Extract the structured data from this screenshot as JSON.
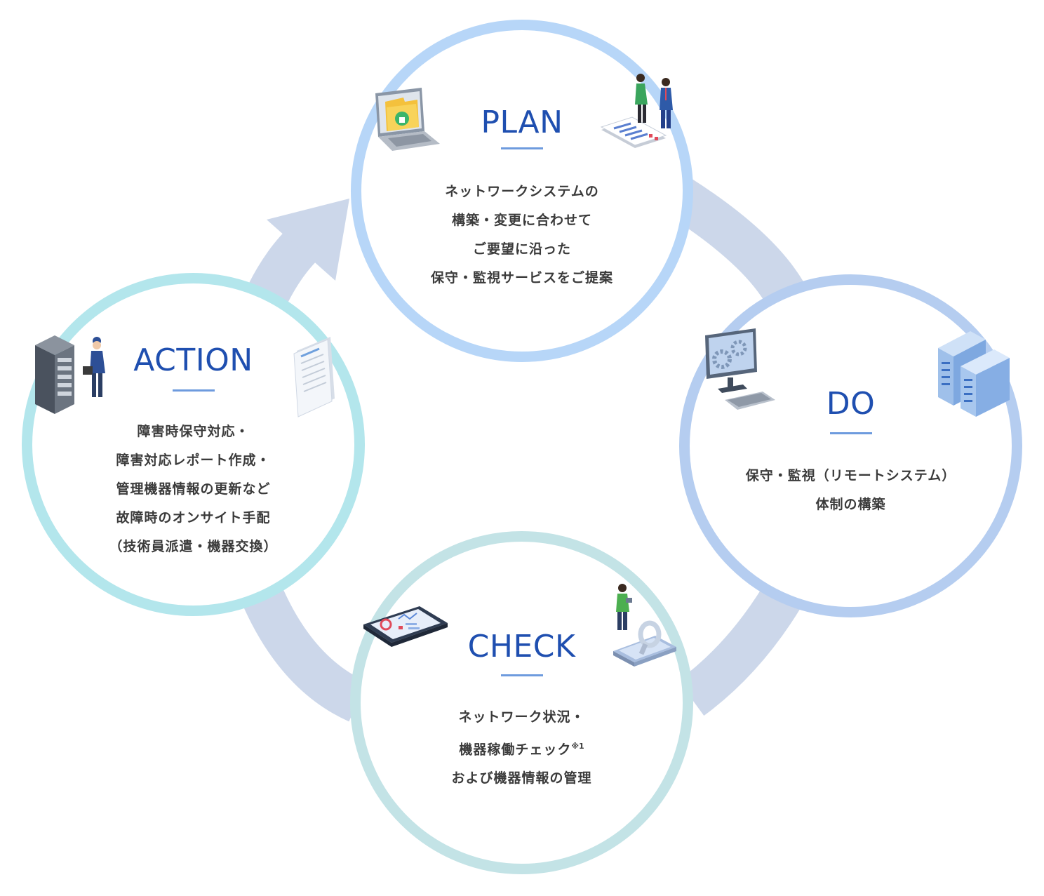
{
  "stages": {
    "plan": {
      "title": "PLAN",
      "lines": [
        "ネットワークシステムの",
        "構築・変更に合わせて",
        "ご要望に沿った",
        "保守・監視サービスをご提案"
      ]
    },
    "do": {
      "title": "DO",
      "lines": [
        "保守・監視（リモートシステム）",
        "体制の構築"
      ]
    },
    "check": {
      "title": "CHECK",
      "lines": [
        "ネットワーク状況・",
        "機器稼働チェック",
        "および機器情報の管理"
      ],
      "note": "※1"
    },
    "action": {
      "title": "ACTION",
      "lines": [
        "障害時保守対応・",
        "障害対応レポート作成・",
        "管理機器情報の更新など",
        "故障時のオンサイト手配",
        "（技術員派遣・機器交換）"
      ]
    }
  },
  "icons": {
    "plan": [
      "laptop-folder-icon",
      "meeting-people-icon"
    ],
    "do": [
      "monitor-gears-icon",
      "server-rack-icon"
    ],
    "check": [
      "tablet-dashboard-icon",
      "technician-magnifier-icon"
    ],
    "action": [
      "server-technician-icon",
      "report-document-icon"
    ]
  },
  "colors": {
    "title": "#1f4fb0",
    "text": "#3b3b3b",
    "plan_ring": "#b7d6f8",
    "do_ring": "#b5cdf0",
    "check_ring": "#c3e3e6",
    "action_ring": "#b3e6ec",
    "cycle_arrow": "#ccd7ea"
  }
}
